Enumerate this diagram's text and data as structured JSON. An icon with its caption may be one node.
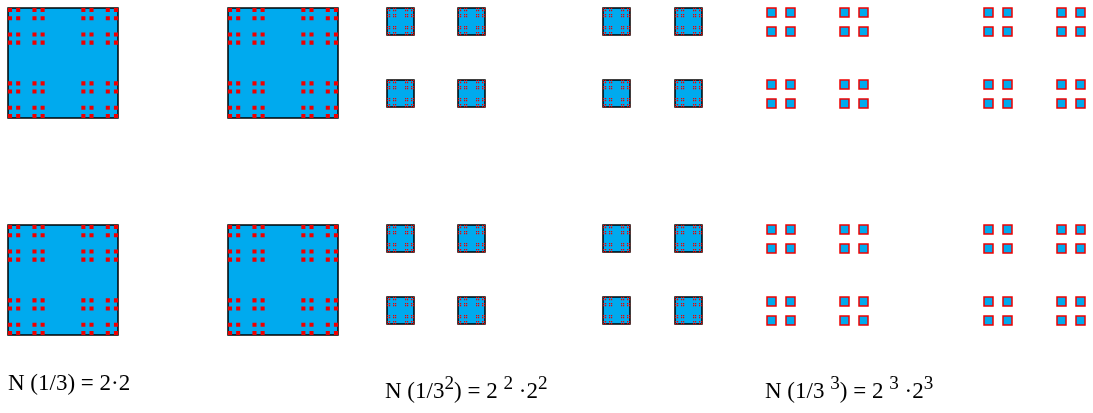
{
  "diagram": {
    "labels": [
      "N (1/3) = 2·2",
      "N (1/3$^{2}$) = 2 $^{2}$ ·2$^{2}$",
      "N (1/3 $^{3}$) = 2 $^{3}$ ·2$^{3}$"
    ]
  }
}
